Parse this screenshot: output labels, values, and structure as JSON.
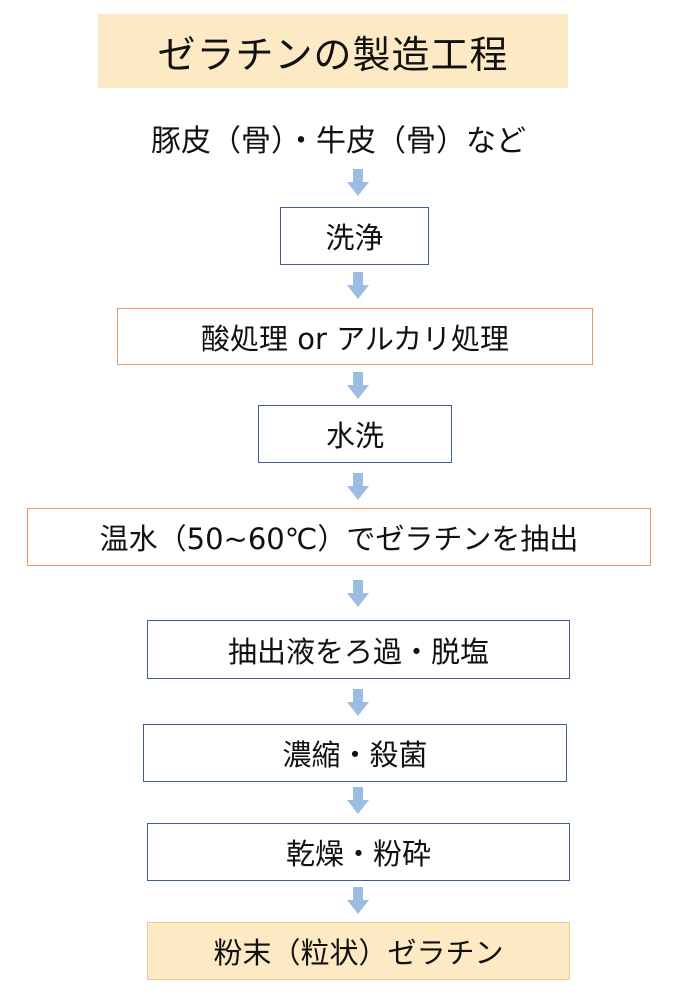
{
  "title": "ゼラチンの製造工程",
  "source": "豚皮（骨）・牛皮（骨）など",
  "steps": [
    "洗浄",
    "酸処理 or アルカリ処理",
    "水洗",
    "温水（50~60℃）でゼラチンを抽出",
    "抽出液をろ過・脱塩",
    "濃縮・殺菌",
    "乾燥・粉砕",
    "粉末（粒状）ゼラチン"
  ],
  "colors": {
    "title_bg": "#fde9c4",
    "arrow": "#9cbde3",
    "border_blue": "#3f5f94",
    "border_orange": "#e79a62"
  }
}
